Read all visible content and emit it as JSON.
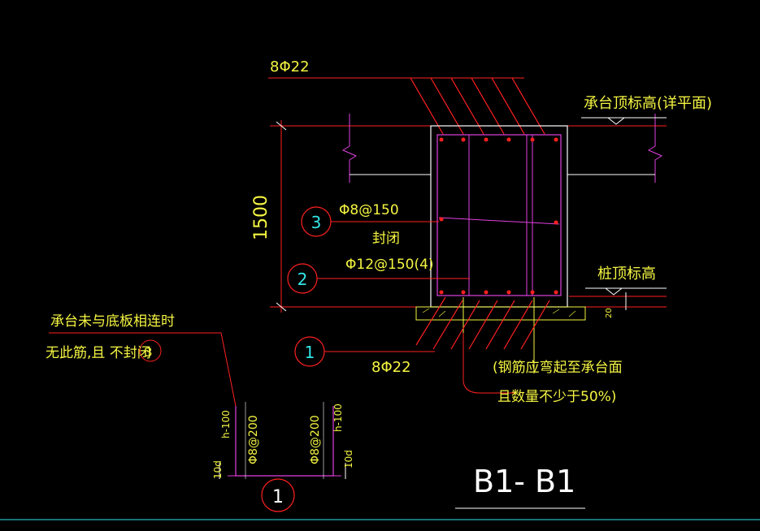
{
  "labels": {
    "top_rebar": "8Φ22",
    "cap_top_elev": "承台顶标高(详平面)",
    "stirrup_label": "Φ8@150",
    "closed_label": "封闭",
    "middle_rebar": "Φ12@150(4)",
    "height_dim": "1500",
    "pile_top_elev": "桩顶标高",
    "small_dim": "20",
    "bottom_rebar": "8Φ22",
    "note_cap_line1": "承台未与底板相连时",
    "note_cap_line2": "无此筋,且   不封闭",
    "note_cap_marker": "3",
    "bend_note_line1": "(钢筋应弯起至承台面",
    "bend_note_line2": "且数量不少于50%)",
    "detail_left_top": "h-100",
    "detail_left_rebar": "Φ8@200",
    "detail_left_bottom": "10d",
    "detail_right_top": "h-100",
    "detail_right_rebar": "Φ8@200",
    "detail_right_bottom": "10d",
    "section_title": "B1- B1"
  },
  "markers": {
    "m3": "3",
    "m2": "2",
    "m1": "1",
    "m1_detail": "1"
  },
  "colors": {
    "background": "#000000",
    "red": "#ff2020",
    "magenta": "#e040e0",
    "yellow": "#f5f542",
    "white": "#ffffff",
    "cyan": "#32e6e6"
  }
}
